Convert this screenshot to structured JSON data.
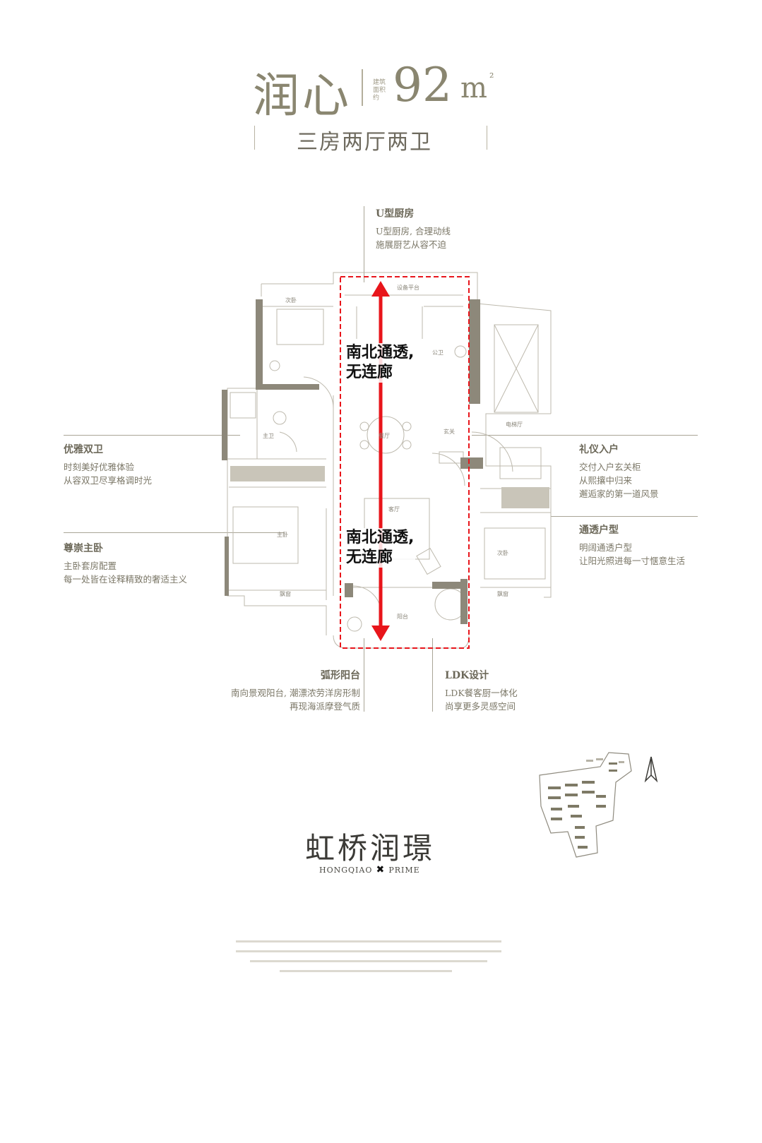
{
  "header": {
    "name": "润心",
    "area_label": "建筑面积约",
    "area_value": "92",
    "area_unit": "m",
    "area_sup": "²",
    "subtitle": "三房两厅两卫"
  },
  "annotations": {
    "kitchen": {
      "title": "U型厨房",
      "lines": [
        "U型厨房, 合理动线",
        "施展厨艺从容不迫"
      ]
    },
    "bath": {
      "title": "优雅双卫",
      "lines": [
        "时刻美好优雅体验",
        "从容双卫尽享格调时光"
      ]
    },
    "master": {
      "title": "尊崇主卧",
      "lines": [
        "主卧套房配置",
        "每一处皆在诠释精致的奢适主义"
      ]
    },
    "entry": {
      "title": "礼仪入户",
      "lines": [
        "交付入户玄关柜",
        "从熙攘中归来",
        "邂逅家的第一道风景"
      ]
    },
    "through": {
      "title": "通透户型",
      "lines": [
        "明阔通透户型",
        "让阳光照进每一寸惬意生活"
      ]
    },
    "balcony": {
      "title": "弧形阳台",
      "lines": [
        "南向景观阳台, 潮漂浓劳洋房形制",
        "再现海派摩登气质"
      ]
    },
    "ldk": {
      "title": "LDK设计",
      "lines": [
        "LDK餐客厨一体化",
        "尚享更多灵感空间"
      ]
    }
  },
  "callouts": {
    "top": [
      "南北通透,",
      "无连廊"
    ],
    "bottom": [
      "南北通透,",
      "无连廊"
    ]
  },
  "rooms": {
    "equip_platform": "设备平台",
    "bedroom_top": "次卧",
    "public_bath": "公卫",
    "dining": "餐厅",
    "foyer": "玄关",
    "elevator_hall": "电梯厅",
    "master_bath": "主卫",
    "master_bedroom": "主卧",
    "living": "客厅",
    "bedroom_right": "次卧",
    "bay_left": "飘窗",
    "bay_right": "飘窗",
    "balcony": "阳台"
  },
  "brand": {
    "cn": "虹桥润璟",
    "en_left": "HONGQIAO",
    "en_right": "PRIME"
  },
  "colors": {
    "wall": "#8d887a",
    "line": "#b9b5a8",
    "accent_red": "#e8151b"
  },
  "icons": [
    "compass-north-icon",
    "site-plan-icon",
    "brand-mark-icon"
  ]
}
